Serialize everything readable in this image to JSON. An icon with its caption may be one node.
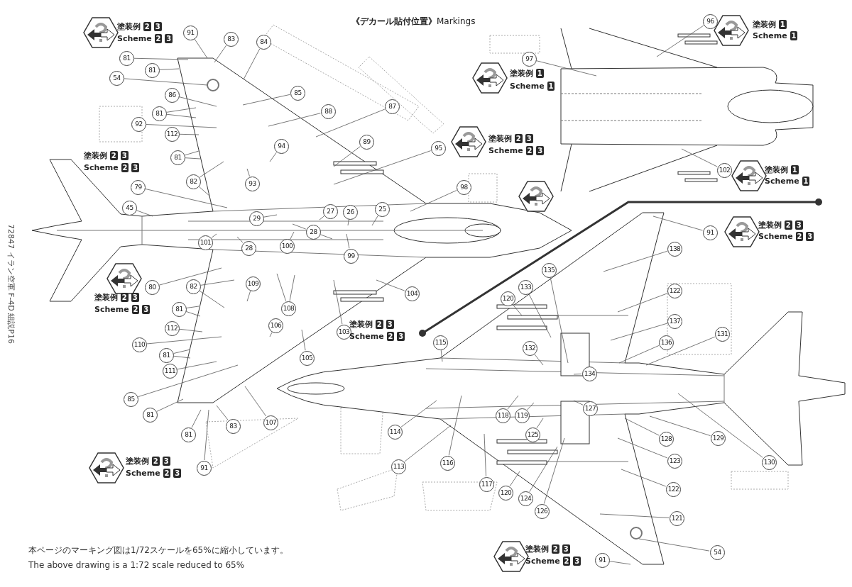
{
  "diagram": {
    "title": "**《デカール貼付位置》**Markings",
    "nodes": [
      {
        "text": [
          "91"
        ]
      },
      {
        "text": [
          "83"
        ]
      },
      {
        "text": [
          "84"
        ]
      },
      {
        "text": [
          "81"
        ]
      },
      {
        "text": [
          "81"
        ]
      },
      {
        "text": [
          "54"
        ]
      },
      {
        "text": [
          "86"
        ]
      },
      {
        "text": [
          "81"
        ]
      },
      {
        "text": [
          "92"
        ]
      },
      {
        "text": [
          "112"
        ]
      },
      {
        "text": [
          "81"
        ]
      },
      {
        "text": [
          "82"
        ]
      },
      {
        "text": [
          "79"
        ]
      },
      {
        "text": [
          "45"
        ]
      },
      {
        "text": [
          "85"
        ]
      },
      {
        "text": [
          "88"
        ]
      },
      {
        "text": [
          "87"
        ]
      },
      {
        "text": [
          "94"
        ]
      },
      {
        "text": [
          "89"
        ]
      },
      {
        "text": [
          "93"
        ]
      },
      {
        "text": [
          "95"
        ]
      },
      {
        "text": [
          "98"
        ]
      },
      {
        "text": [
          "29"
        ]
      },
      {
        "text": [
          "27"
        ]
      },
      {
        "text": [
          "26"
        ]
      },
      {
        "text": [
          "25"
        ]
      },
      {
        "text": [
          "28"
        ]
      },
      {
        "text": [
          "101"
        ]
      },
      {
        "text": [
          "28"
        ]
      },
      {
        "text": [
          "100"
        ]
      },
      {
        "text": [
          "99"
        ]
      },
      {
        "text": [
          "80"
        ]
      },
      {
        "text": [
          "82"
        ]
      },
      {
        "text": [
          "109"
        ]
      },
      {
        "text": [
          "104"
        ]
      },
      {
        "text": [
          "108"
        ]
      },
      {
        "text": [
          "81"
        ]
      },
      {
        "text": [
          "112"
        ]
      },
      {
        "text": [
          "106"
        ]
      },
      {
        "text": [
          "103"
        ]
      },
      {
        "text": [
          "110"
        ]
      },
      {
        "text": [
          "81"
        ]
      },
      {
        "text": [
          "105"
        ]
      },
      {
        "text": [
          "111"
        ]
      },
      {
        "text": [
          "85"
        ]
      },
      {
        "text": [
          "81"
        ]
      },
      {
        "text": [
          "83"
        ]
      },
      {
        "text": [
          "81"
        ]
      },
      {
        "text": [
          "107"
        ]
      },
      {
        "text": [
          "91"
        ]
      },
      {
        "text": [
          "96"
        ]
      },
      {
        "text": [
          "97"
        ]
      },
      {
        "text": [
          "102"
        ]
      },
      {
        "text": [
          "91"
        ]
      },
      {
        "text": [
          "138"
        ]
      },
      {
        "text": [
          "135"
        ]
      },
      {
        "text": [
          "133"
        ]
      },
      {
        "text": [
          "120"
        ]
      },
      {
        "text": [
          "122"
        ]
      },
      {
        "text": [
          "137"
        ]
      },
      {
        "text": [
          "115"
        ]
      },
      {
        "text": [
          "136"
        ]
      },
      {
        "text": [
          "131"
        ]
      },
      {
        "text": [
          "132"
        ]
      },
      {
        "text": [
          "134"
        ]
      },
      {
        "text": [
          "118"
        ]
      },
      {
        "text": [
          "119"
        ]
      },
      {
        "text": [
          "127"
        ]
      },
      {
        "text": [
          "125"
        ]
      },
      {
        "text": [
          "128"
        ]
      },
      {
        "text": [
          "129"
        ]
      },
      {
        "text": [
          "116"
        ]
      },
      {
        "text": [
          "114"
        ]
      },
      {
        "text": [
          "113"
        ]
      },
      {
        "text": [
          "117"
        ]
      },
      {
        "text": [
          "120"
        ]
      },
      {
        "text": [
          "124"
        ]
      },
      {
        "text": [
          "126"
        ]
      },
      {
        "text": [
          "123"
        ]
      },
      {
        "text": [
          "122"
        ]
      },
      {
        "text": [
          "121"
        ]
      },
      {
        "text": [
          "54"
        ]
      },
      {
        "text": [
          "91"
        ]
      },
      {
        "text": [
          "130"
        ]
      }
    ],
    "edges": [
      {
        "from": 0,
        "to": null,
        "arrow": "none"
      },
      {
        "from": 1,
        "to": null,
        "arrow": "none"
      },
      {
        "from": 2,
        "to": null,
        "arrow": "none"
      },
      {
        "from": 3,
        "to": null,
        "arrow": "none"
      },
      {
        "from": 4,
        "to": null,
        "arrow": "none"
      },
      {
        "from": 5,
        "to": null,
        "arrow": "none"
      },
      {
        "from": 6,
        "to": null,
        "arrow": "none"
      },
      {
        "from": 7,
        "to": null,
        "arrow": "none"
      },
      {
        "from": 7,
        "to": null,
        "arrow": "none"
      },
      {
        "from": 8,
        "to": null,
        "arrow": "none"
      },
      {
        "from": 9,
        "to": null,
        "arrow": "none"
      },
      {
        "from": 10,
        "to": null,
        "arrow": "none"
      },
      {
        "from": 10,
        "to": null,
        "arrow": "none"
      },
      {
        "from": 11,
        "to": null,
        "arrow": "none"
      },
      {
        "from": 11,
        "to": null,
        "arrow": "none"
      },
      {
        "from": 12,
        "to": null,
        "arrow": "none"
      },
      {
        "from": 13,
        "to": null,
        "arrow": "none"
      },
      {
        "from": 14,
        "to": null,
        "arrow": "none"
      },
      {
        "from": 15,
        "to": null,
        "arrow": "none"
      },
      {
        "from": 16,
        "to": null,
        "arrow": "none"
      },
      {
        "from": 17,
        "to": null,
        "arrow": "none"
      },
      {
        "from": 18,
        "to": null,
        "arrow": "none"
      },
      {
        "from": 19,
        "to": null,
        "arrow": "none"
      },
      {
        "from": 20,
        "to": null,
        "arrow": "none"
      },
      {
        "from": 21,
        "to": null,
        "arrow": "none"
      },
      {
        "from": 22,
        "to": null,
        "arrow": "none"
      },
      {
        "from": 23,
        "to": null,
        "arrow": "none"
      },
      {
        "from": 24,
        "to": null,
        "arrow": "none"
      },
      {
        "from": 25,
        "to": null,
        "arrow": "none"
      },
      {
        "from": 26,
        "to": null,
        "arrow": "none"
      },
      {
        "from": 26,
        "to": null,
        "arrow": "none"
      },
      {
        "from": 27,
        "to": null,
        "arrow": "none"
      },
      {
        "from": 28,
        "to": null,
        "arrow": "none"
      },
      {
        "from": 29,
        "to": null,
        "arrow": "none"
      },
      {
        "from": 30,
        "to": null,
        "arrow": "none"
      },
      {
        "from": 31,
        "to": null,
        "arrow": "none"
      },
      {
        "from": 32,
        "to": null,
        "arrow": "none"
      },
      {
        "from": 32,
        "to": null,
        "arrow": "none"
      },
      {
        "from": 33,
        "to": null,
        "arrow": "none"
      },
      {
        "from": 34,
        "to": null,
        "arrow": "none"
      },
      {
        "from": 35,
        "to": null,
        "arrow": "none"
      },
      {
        "from": 35,
        "to": null,
        "arrow": "none"
      },
      {
        "from": 36,
        "to": null,
        "arrow": "none"
      },
      {
        "from": 36,
        "to": null,
        "arrow": "none"
      },
      {
        "from": 37,
        "to": null,
        "arrow": "none"
      },
      {
        "from": 38,
        "to": null,
        "arrow": "none"
      },
      {
        "from": 39,
        "to": null,
        "arrow": "none"
      },
      {
        "from": 40,
        "to": null,
        "arrow": "none"
      },
      {
        "from": 41,
        "to": null,
        "arrow": "none"
      },
      {
        "from": 41,
        "to": null,
        "arrow": "none"
      },
      {
        "from": 42,
        "to": null,
        "arrow": "none"
      },
      {
        "from": 43,
        "to": null,
        "arrow": "none"
      },
      {
        "from": 44,
        "to": null,
        "arrow": "none"
      },
      {
        "from": 45,
        "to": null,
        "arrow": "none"
      },
      {
        "from": 46,
        "to": null,
        "arrow": "none"
      },
      {
        "from": 47,
        "to": null,
        "arrow": "none"
      },
      {
        "from": 48,
        "to": null,
        "arrow": "none"
      },
      {
        "from": 49,
        "to": null,
        "arrow": "none"
      },
      {
        "from": 50,
        "to": null,
        "arrow": "none"
      },
      {
        "from": 51,
        "to": null,
        "arrow": "none"
      },
      {
        "from": 52,
        "to": null,
        "arrow": "none"
      },
      {
        "from": 53,
        "to": null,
        "arrow": "none"
      },
      {
        "from": 54,
        "to": null,
        "arrow": "none"
      },
      {
        "from": 55,
        "to": null,
        "arrow": "none"
      },
      {
        "from": 56,
        "to": null,
        "arrow": "none"
      },
      {
        "from": 57,
        "to": null,
        "arrow": "none"
      },
      {
        "from": 58,
        "to": null,
        "arrow": "none"
      },
      {
        "from": 59,
        "to": null,
        "arrow": "none"
      },
      {
        "from": 60,
        "to": null,
        "arrow": "none"
      },
      {
        "from": 61,
        "to": null,
        "arrow": "none"
      },
      {
        "from": 62,
        "to": null,
        "arrow": "none"
      },
      {
        "from": 63,
        "to": null,
        "arrow": "none"
      },
      {
        "from": 64,
        "to": null,
        "arrow": "none"
      },
      {
        "from": 65,
        "to": null,
        "arrow": "none"
      },
      {
        "from": 66,
        "to": null,
        "arrow": "none"
      },
      {
        "from": 67,
        "to": null,
        "arrow": "none"
      },
      {
        "from": 68,
        "to": null,
        "arrow": "none"
      },
      {
        "from": 69,
        "to": null,
        "arrow": "none"
      },
      {
        "from": 70,
        "to": null,
        "arrow": "none"
      },
      {
        "from": 71,
        "to": null,
        "arrow": "none"
      },
      {
        "from": 72,
        "to": null,
        "arrow": "none"
      },
      {
        "from": 73,
        "to": null,
        "arrow": "none"
      },
      {
        "from": 74,
        "to": null,
        "arrow": "none"
      },
      {
        "from": 75,
        "to": null,
        "arrow": "none"
      },
      {
        "from": 76,
        "to": null,
        "arrow": "none"
      },
      {
        "from": 77,
        "to": null,
        "arrow": "none"
      },
      {
        "from": 78,
        "to": null,
        "arrow": "none"
      },
      {
        "from": 79,
        "to": null,
        "arrow": "none"
      },
      {
        "from": 80,
        "to": null,
        "arrow": "none"
      },
      {
        "from": 81,
        "to": null,
        "arrow": "none"
      },
      {
        "from": 82,
        "to": null,
        "arrow": "none"
      },
      {
        "from": 83,
        "to": null,
        "arrow": "none"
      }
    ],
    "labels": [
      "塗装例 2 3",
      "Scheme 2 3",
      "塗装例 2 3",
      "Scheme 2 3",
      "塗装例 2 3",
      "Scheme 2 3",
      "塗装例 2 3",
      "Scheme 2 3",
      "塗装例 1",
      "Scheme 1",
      "塗装例 1",
      "Scheme 1",
      "塗装例 1",
      "Scheme 1",
      "塗装例 2 3",
      "Scheme 2 3",
      "塗装例 2 3",
      "Scheme 2 3",
      "塗装例 2 3",
      "Scheme 2 3",
      "塗装例 2 3",
      "Scheme 2 3",
      "72847 イラン空軍 F-4D 組説P16",
      "本ページのマーキング図は1/72スケールを65%に縮小しています。",
      "The above drawing is a 1:72 scale reduced to 65%"
    ]
  }
}
